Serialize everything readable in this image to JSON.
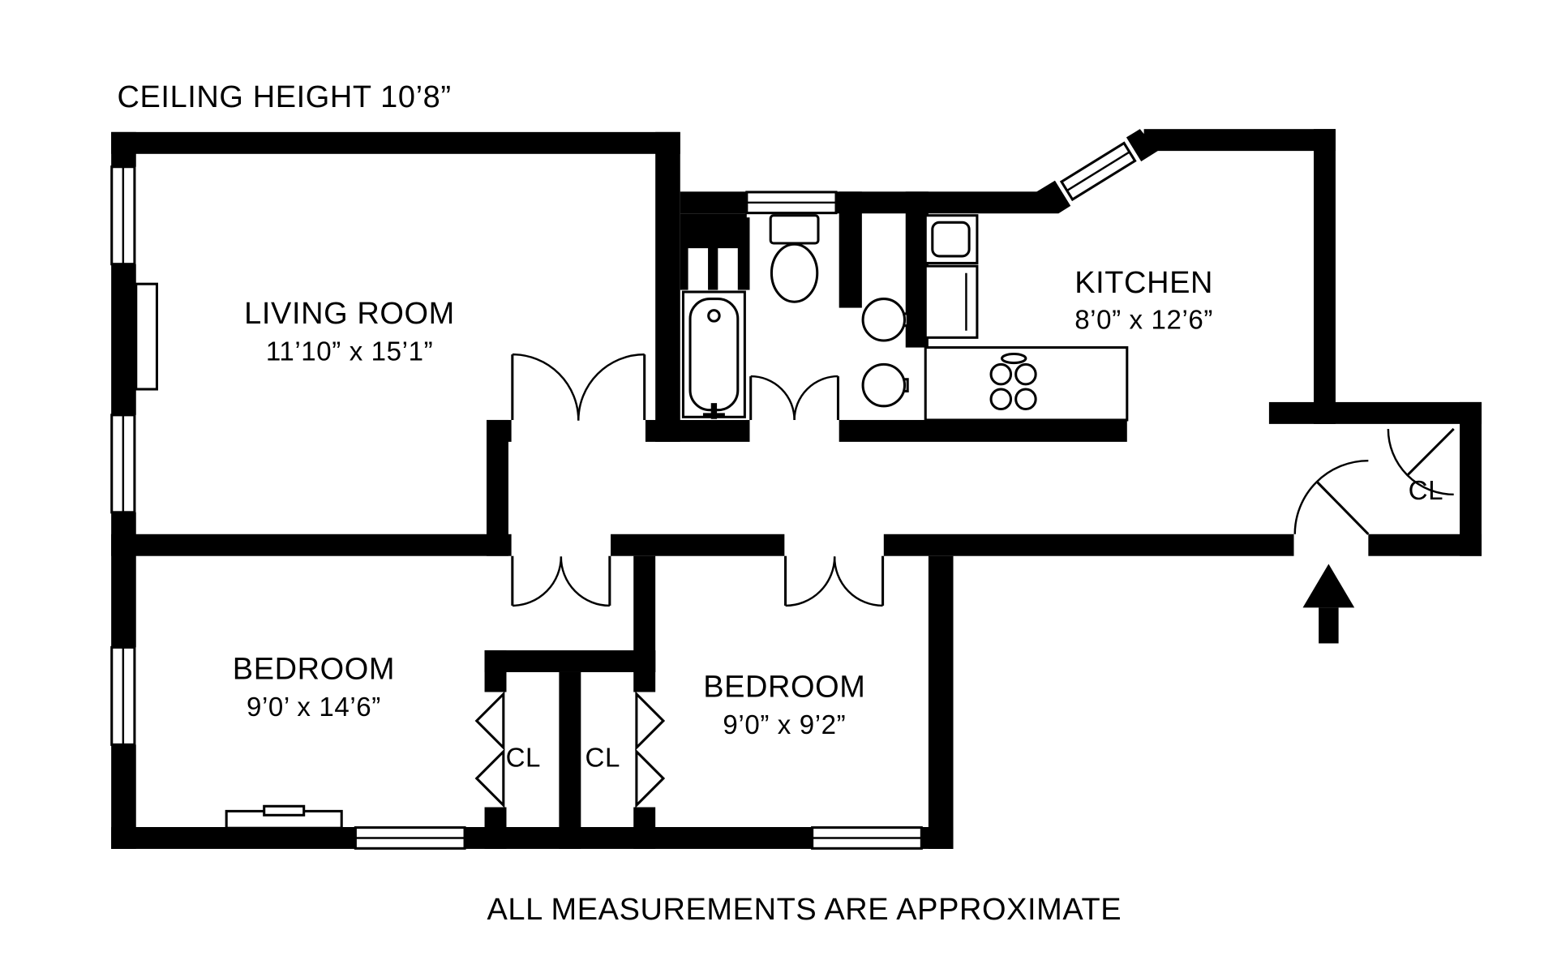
{
  "page": {
    "background": "#ffffff",
    "ink": "#000000"
  },
  "annotations": {
    "ceiling_height": "CEILING HEIGHT 10’8”",
    "footer_note": "ALL MEASUREMENTS ARE APPROXIMATE"
  },
  "rooms": {
    "living_room": {
      "name": "LIVING ROOM",
      "dimensions": "11’10” x 15’1”"
    },
    "kitchen": {
      "name": "KITCHEN",
      "dimensions": "8’0” x 12’6”"
    },
    "bedroom_1": {
      "name": "BEDROOM",
      "dimensions": "9’0’ x 14’6”"
    },
    "bedroom_2": {
      "name": "BEDROOM",
      "dimensions": "9’0” x 9’2”"
    },
    "hall_closet": {
      "label": "CL"
    },
    "bedroom_1_closet": {
      "label": "CL"
    },
    "bedroom_2_closet": {
      "label": "CL"
    }
  }
}
